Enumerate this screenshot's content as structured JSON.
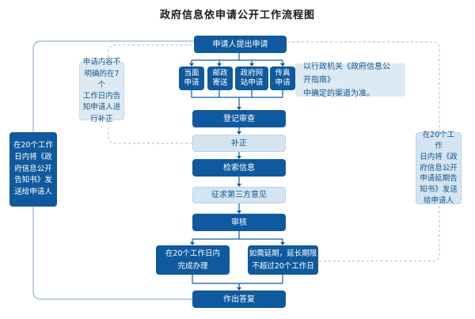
{
  "title": "政府信息依申请公开工作流程图",
  "nodes": {
    "start": "申请人提出申请",
    "register": "登记审查",
    "correction": "补正",
    "search": "检索信息",
    "third_party": "征求第三方意见",
    "review": "审核",
    "complete": "在20个工作日内\n完成办理",
    "extend": "如需延期，延长期限\n不超过20个工作日",
    "reply": "作出答复"
  },
  "channels": [
    "当面\n申请",
    "邮政\n寄送",
    "政府网\n站申请",
    "传真\n申请"
  ],
  "notes": {
    "correction_note": "申请内容不\n明确的在7个\n工作日内告\n知申请人进\n行补正",
    "channel_note": "以行政机关《政府信息公开指南》\n中确定的渠道为准。",
    "reply_notice": "在20个工作\n日内将《政\n府信息公开\n告知书》发\n送给申请人",
    "extension_notice": "在20个工作\n日内将《政\n府信息公开\n申请延期告\n知书》发送\n给申请人"
  },
  "colors": {
    "primary": "#0f5a9e",
    "light_fill": "#d4e4f1",
    "light_border": "#a9c7e2",
    "note_fill": "#dde9f3",
    "text_dark": "#14568c",
    "loop_line": "#8fb3d4",
    "dashed_line": "#bcc4cb",
    "title_text": "#1a1a1a"
  }
}
